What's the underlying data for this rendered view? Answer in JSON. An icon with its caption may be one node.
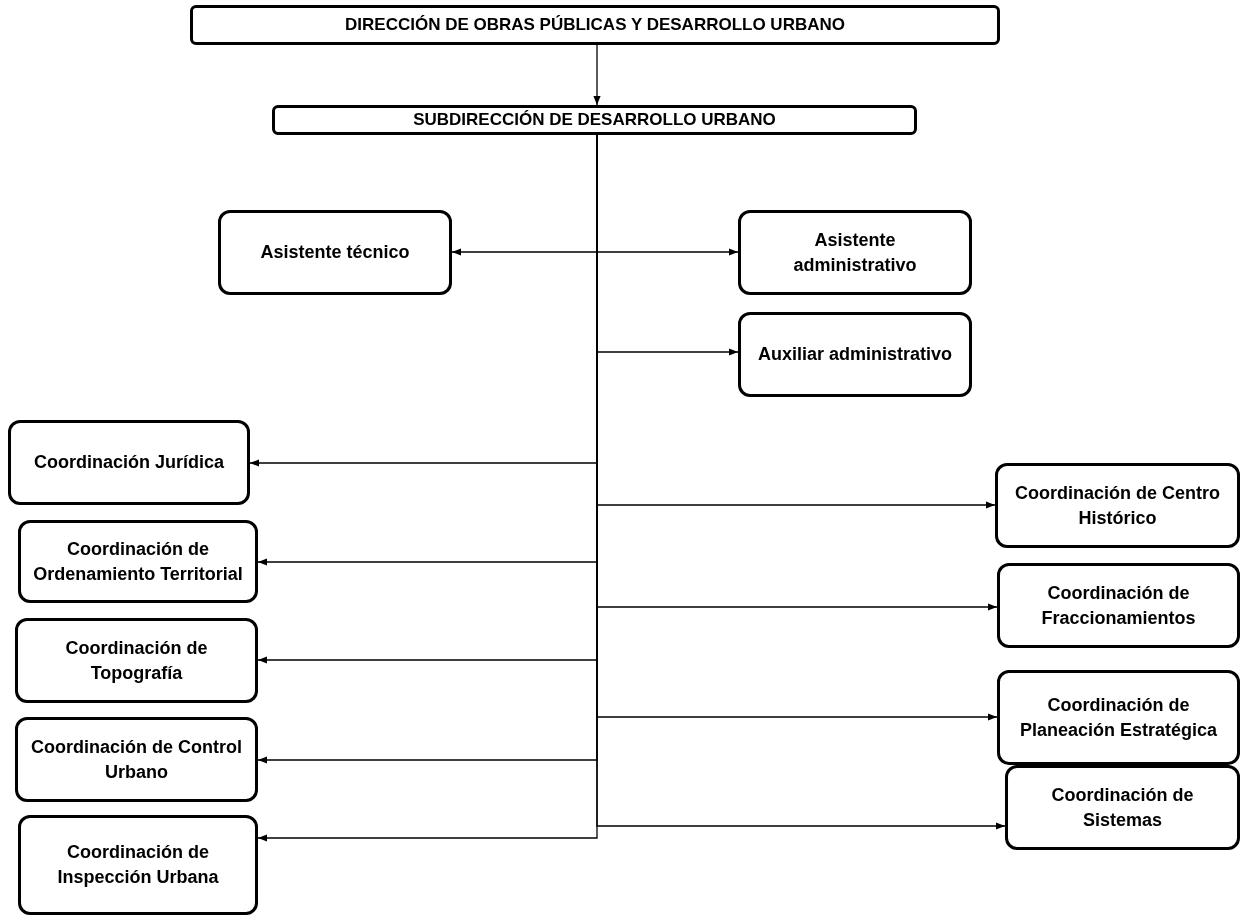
{
  "diagram": {
    "nodes": [
      {
        "text": [
          "DIRECCIÓN DE OBRAS PÚBLICAS Y DESARROLLO URBANO"
        ]
      },
      {
        "text": [
          "SUBDIRECCIÓN DE DESARROLLO URBANO"
        ]
      },
      {
        "text": [
          "Asistente técnico"
        ]
      },
      {
        "text": [
          "Asistente administrativo"
        ]
      },
      {
        "text": [
          "Auxiliar administrativo"
        ]
      },
      {
        "text": [
          "Coordinación Jurídica"
        ]
      },
      {
        "text": [
          "Coordinación de Ordenamiento Territorial"
        ]
      },
      {
        "text": [
          "Coordinación de Topografía"
        ]
      },
      {
        "text": [
          "Coordinación de Control Urbano"
        ]
      },
      {
        "text": [
          "Coordinación de Inspección Urbana"
        ]
      },
      {
        "text": [
          "Coordinación de Centro Histórico"
        ]
      },
      {
        "text": [
          "Coordinación de Fraccionamientos"
        ]
      },
      {
        "text": [
          "Coordinación de Planeación Estratégica"
        ]
      },
      {
        "text": [
          "Coordinación de Sistemas"
        ]
      }
    ],
    "edges": [
      {
        "from": 0,
        "to": 1,
        "arrow": "to"
      },
      {
        "from": 1,
        "to": 2,
        "arrow": "to"
      },
      {
        "from": 1,
        "to": 3,
        "arrow": "to"
      },
      {
        "from": 1,
        "to": 4,
        "arrow": "to"
      },
      {
        "from": 1,
        "to": 5,
        "arrow": "to"
      },
      {
        "from": 1,
        "to": 6,
        "arrow": "to"
      },
      {
        "from": 1,
        "to": 7,
        "arrow": "to"
      },
      {
        "from": 1,
        "to": 8,
        "arrow": "to"
      },
      {
        "from": 1,
        "to": 9,
        "arrow": "to"
      },
      {
        "from": 1,
        "to": 10,
        "arrow": "to"
      },
      {
        "from": 1,
        "to": 11,
        "arrow": "to"
      },
      {
        "from": 1,
        "to": 12,
        "arrow": "to"
      },
      {
        "from": 1,
        "to": 13,
        "arrow": "to"
      }
    ]
  }
}
